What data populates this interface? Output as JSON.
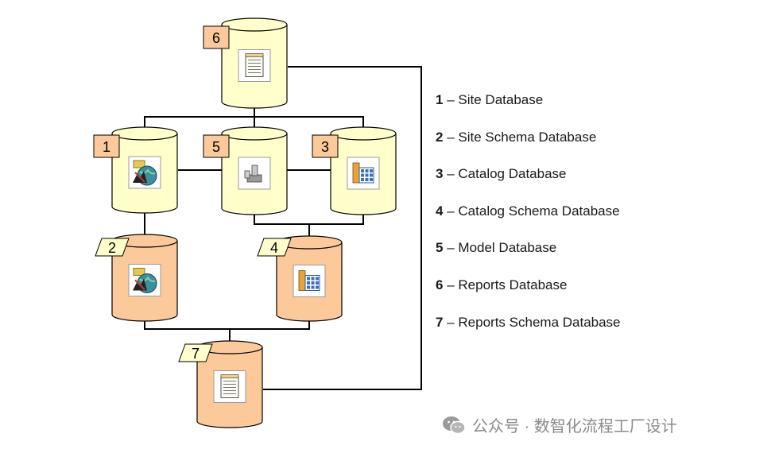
{
  "legend": [
    {
      "num": "1",
      "sep": "–",
      "label": "Site Database"
    },
    {
      "num": "2",
      "sep": "–",
      "label": "Site Schema Database"
    },
    {
      "num": "3",
      "sep": "–",
      "label": "Catalog Database"
    },
    {
      "num": "4",
      "sep": "–",
      "label": "Catalog Schema Database"
    },
    {
      "num": "5",
      "sep": "–",
      "label": "Model Database"
    },
    {
      "num": "6",
      "sep": "–",
      "label": "Reports Database"
    },
    {
      "num": "7",
      "sep": "–",
      "label": "Reports Schema Database"
    }
  ],
  "databases": [
    {
      "num": "6",
      "kind": "data",
      "icon": "report-document-icon"
    },
    {
      "num": "1",
      "kind": "data",
      "icon": "site-plant-globe-icon"
    },
    {
      "num": "5",
      "kind": "data",
      "icon": "model-icon"
    },
    {
      "num": "3",
      "kind": "data",
      "icon": "catalog-grid-icon"
    },
    {
      "num": "2",
      "kind": "schema",
      "icon": "site-plant-globe-icon"
    },
    {
      "num": "4",
      "kind": "schema",
      "icon": "catalog-grid-icon"
    },
    {
      "num": "7",
      "kind": "schema",
      "icon": "report-document-icon"
    }
  ],
  "colors": {
    "data_fill": "#ffffcc",
    "schema_fill": "#fbc99a",
    "label_box": "#fbc99a",
    "label_note": "#ffffcc",
    "connector": "#000000"
  },
  "watermark": {
    "icon": "wechat-icon",
    "text": "公众号 · 数智化流程工厂设计"
  }
}
